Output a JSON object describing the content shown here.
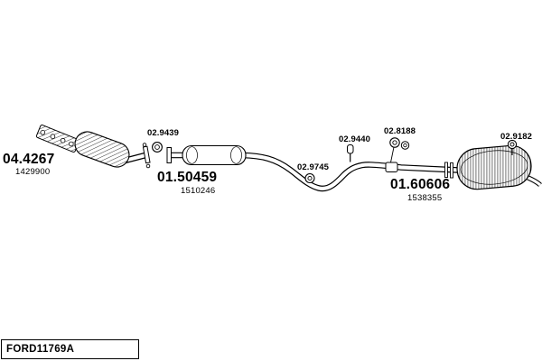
{
  "canvas": {
    "background": "#ffffff",
    "line_color": "#000000"
  },
  "footer": {
    "reference_code": "FORD11769A"
  },
  "parts": {
    "catalyst": {
      "code": "04.4267",
      "part_number": "1429900"
    },
    "center_muffler": {
      "code": "01.50459",
      "part_number": "1510246"
    },
    "rear_muffler": {
      "code": "01.60606",
      "part_number": "1538355"
    }
  },
  "fittings": {
    "gasket": {
      "code": "02.9439"
    },
    "center_hanger": {
      "code": "02.9745"
    },
    "pipe_hanger": {
      "code": "02.9440"
    },
    "clamp": {
      "code": "02.8188"
    },
    "tail_hanger": {
      "code": "02.9182"
    }
  }
}
